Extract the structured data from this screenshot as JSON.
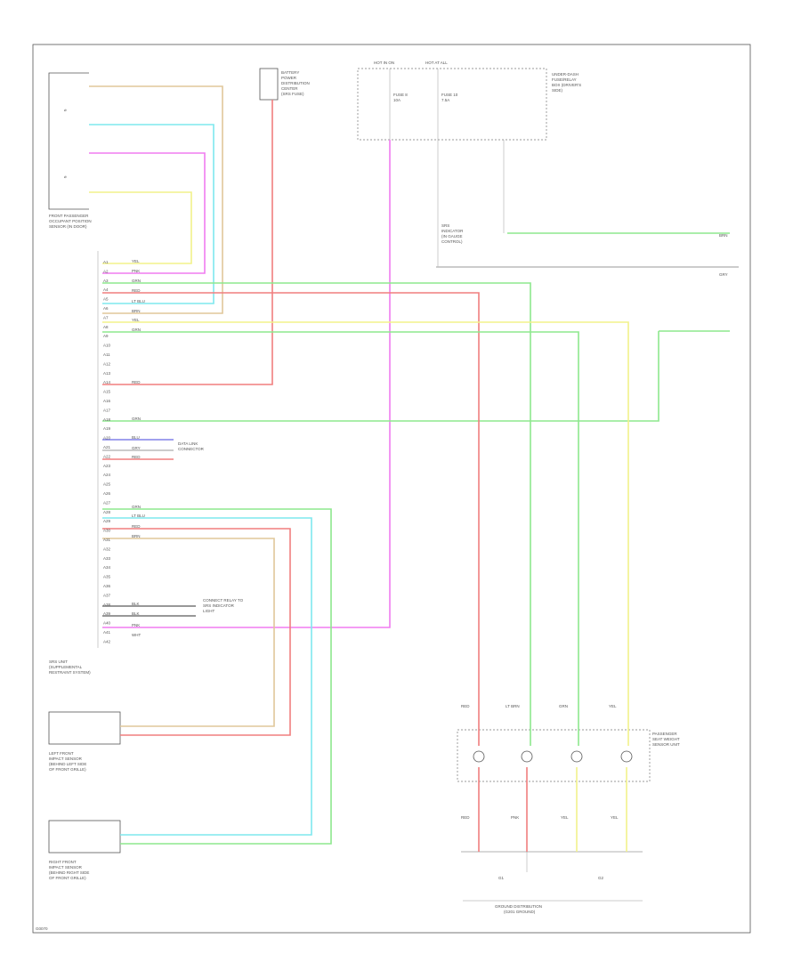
{
  "colors": {
    "tan": "#e0c79a",
    "ltblu": "#7fe8ee",
    "pnk": "#f07cf0",
    "yel": "#f2f28a",
    "grn": "#8ee88e",
    "red": "#f07f7f",
    "blu": "#8080e8",
    "gry": "#bbbbbb",
    "dkgry": "#777777",
    "frame": "#555555"
  },
  "components": {
    "front_pass_sensor": [
      "FRONT PASSENGER",
      "OCCUPANT POSITION",
      "SENSOR (IN DOOR)"
    ],
    "batt_relay": [
      "BATTERY",
      "POWER",
      "DISTRIBUTION",
      "CENTER",
      "(SRS FUSE)"
    ],
    "junction_box": [
      "UNDER-DASH",
      "FUSE/RELAY",
      "BOX (DRIVER'S",
      "SIDE)"
    ],
    "junction_fuse1": "FUSE 8\n10A",
    "junction_fuse2": "FUSE 10\n7.5A",
    "hot_top1": "HOT IN ON",
    "hot_top2": "HOT AT ALL",
    "srs_unit": [
      "SRS UNIT",
      "(SUPPLEMENTAL",
      "RESTRAINT SYSTEM)"
    ],
    "left_front_sensor": [
      "LEFT FRONT",
      "IMPACT SENSOR",
      "(BEHIND LEFT SIDE",
      "OF FRONT GRILLE)"
    ],
    "right_front_sensor": [
      "RIGHT FRONT",
      "IMPACT SENSOR",
      "(BEHIND RIGHT SIDE",
      "OF FRONT GRILLE)"
    ],
    "passenger_seat": [
      "PASSENGER",
      "SEAT WEIGHT",
      "SENSOR UNIT"
    ],
    "ground_dist": [
      "GROUND DISTRIBUTION",
      "(G201 GROUND)"
    ],
    "data_link_conn": [
      "DATA LINK",
      "CONNECTOR"
    ],
    "diag_conn": [
      "CONNECT RELAY TO",
      "SRS INDICATOR",
      "LIGHT"
    ],
    "ind_light": [
      "SRS",
      "INDICATOR",
      "(IN GAUGE",
      "CONTROL)"
    ],
    "diag_right1": "BRN",
    "diag_right2": "GRY",
    "footer_code": "G0070"
  },
  "wire_labels": {
    "tan": "BRN",
    "ltblu": "LT BLU",
    "pnk": "PNK",
    "yel": "YEL",
    "grn": "GRN",
    "red": "RED",
    "blu": "BLU",
    "gry": "GRY",
    "wht": "WHT",
    "blk": "BLK"
  },
  "pins": [
    "A1",
    "A2",
    "A3",
    "A4",
    "A5",
    "A6",
    "A7",
    "A8",
    "A9",
    "A10",
    "A11",
    "A12",
    "A13",
    "A14",
    "A15",
    "A16",
    "A17",
    "A18",
    "A19",
    "A20",
    "A21",
    "A22",
    "A23",
    "A24",
    "A25",
    "A26",
    "A27",
    "A28",
    "A29",
    "A30",
    "A31",
    "A32",
    "A33",
    "A34",
    "A35",
    "A36",
    "A37",
    "A38",
    "A39",
    "A40",
    "A41",
    "A42"
  ],
  "bottom_labels": [
    "G1",
    "G2"
  ],
  "seat_wire_labels": [
    "RED",
    "LT BRN",
    "GRN",
    "YEL",
    "RED",
    "PNK",
    "YEL",
    "YEL"
  ]
}
